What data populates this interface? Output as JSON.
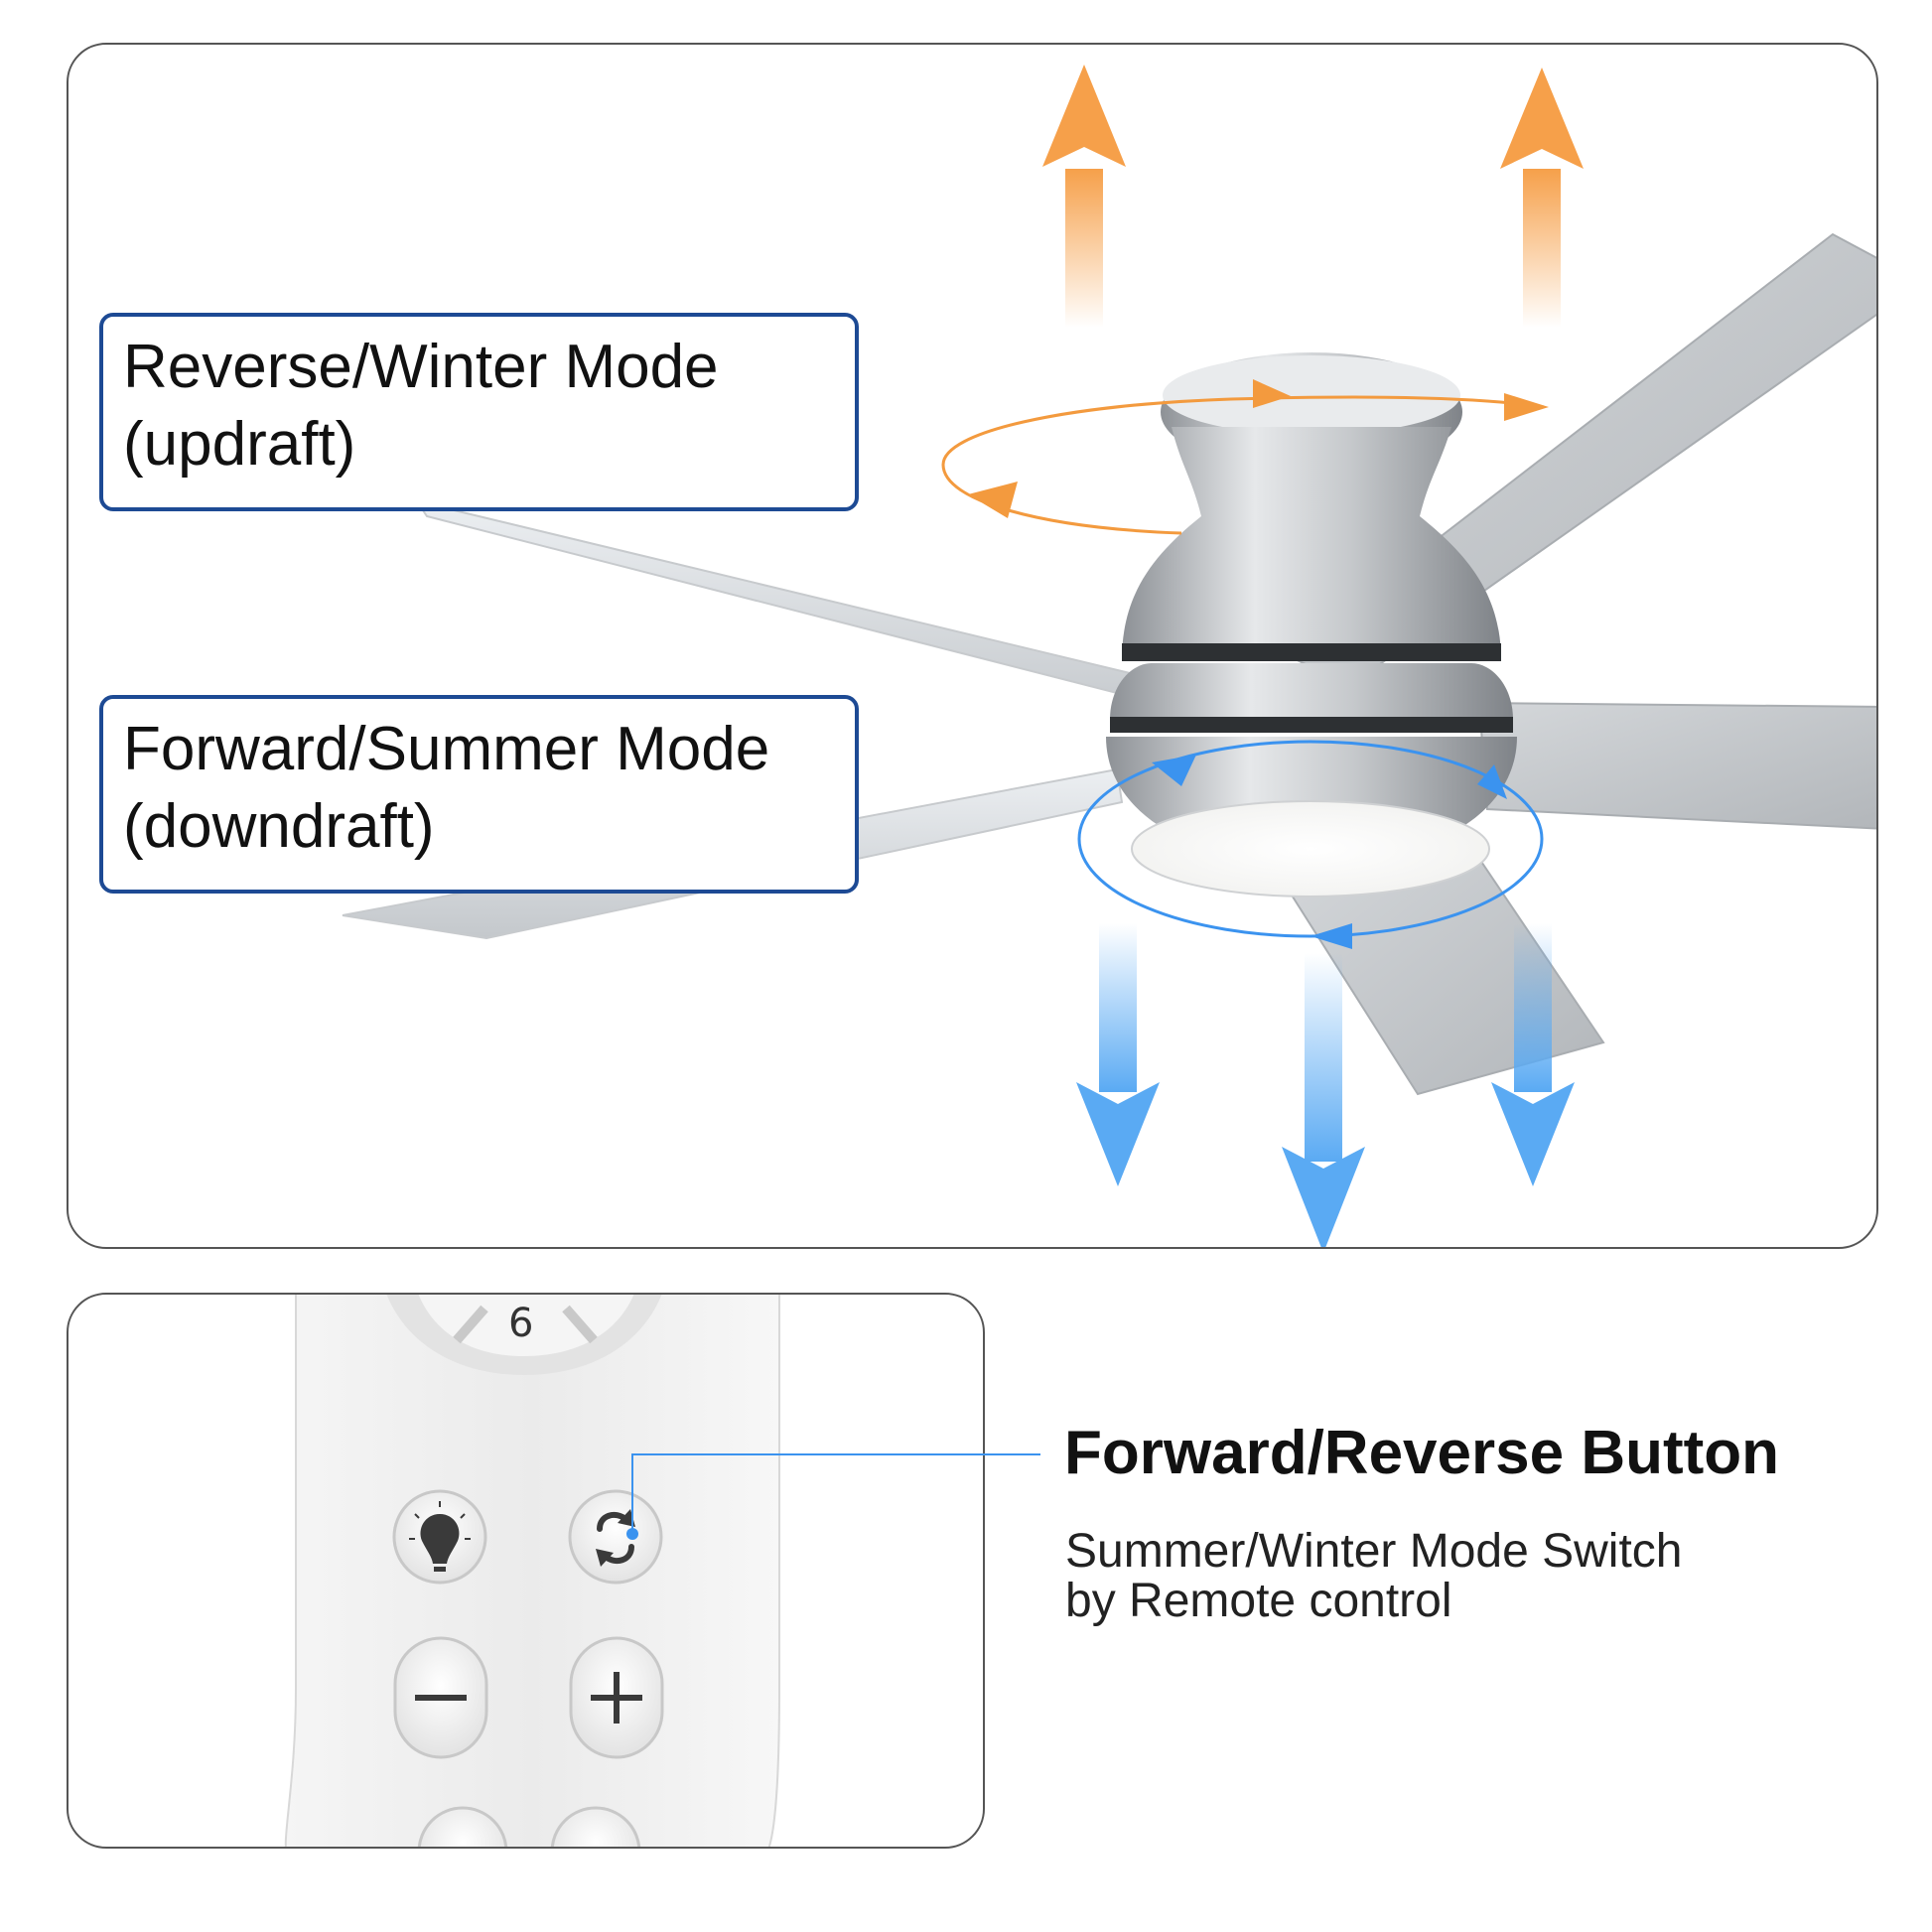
{
  "top_panel": {
    "reverse_mode": {
      "line1": "Reverse/Winter Mode",
      "line2": "(updraft)",
      "color": "#f39a3e"
    },
    "forward_mode": {
      "line1": "Forward/Summer Mode",
      "line2": "(downdraft)",
      "color": "#3b93ef"
    }
  },
  "bottom_panel": {
    "remote": {
      "top_button_label": "6",
      "buttons": [
        "light-bulb-icon",
        "reverse-arrows-icon",
        "minus-icon",
        "plus-icon"
      ]
    },
    "title": "Forward/Reverse Button",
    "description_line1": "Summer/Winter Mode Switch",
    "description_line2": "by Remote control"
  },
  "colors": {
    "label_border": "#1d4a94",
    "panel_border": "#555555",
    "callout_line": "#3b93ef"
  }
}
